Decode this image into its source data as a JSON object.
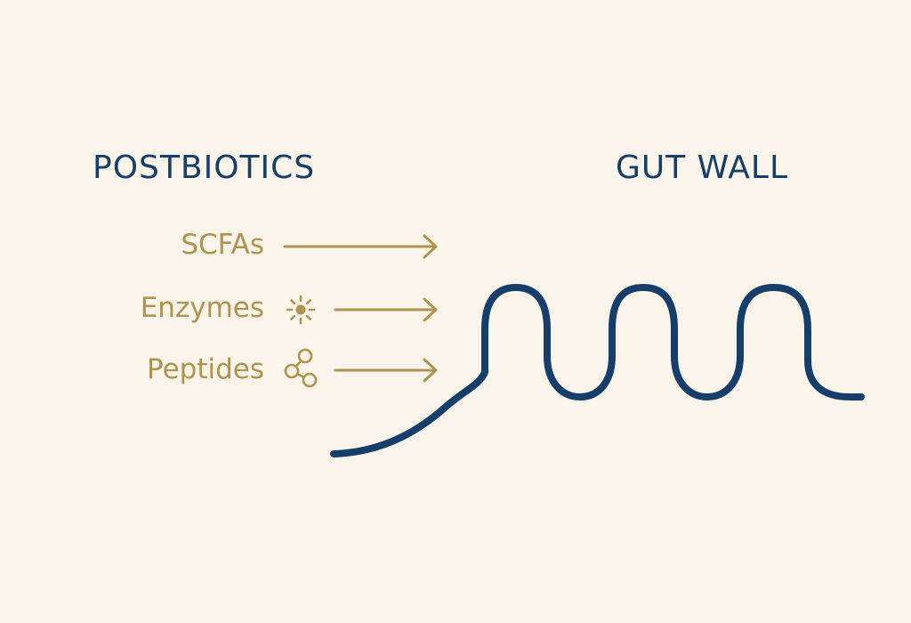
{
  "diagram": {
    "left_title": "POSTBIOTICS",
    "right_title": "GUT WALL",
    "items": [
      {
        "label": "SCFAs",
        "icon": null
      },
      {
        "label": "Enzymes",
        "icon": "sun-icon"
      },
      {
        "label": "Peptides",
        "icon": "molecule-icon"
      }
    ]
  },
  "colors": {
    "background": "#FBF4EA",
    "navy": "#163E6B",
    "gold": "#B0934C"
  }
}
